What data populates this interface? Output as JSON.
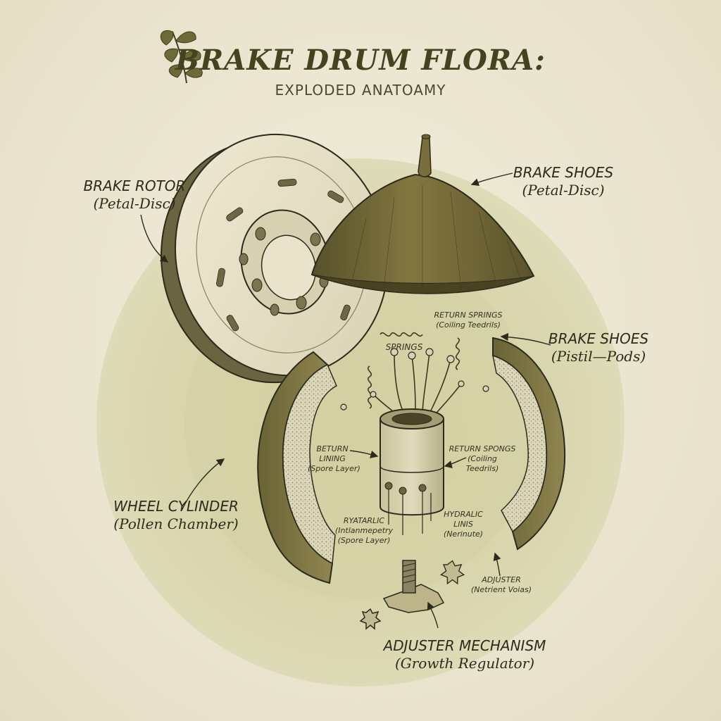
{
  "title": "BRAKE DRUM FLORA:",
  "subtitle": "EXPLODED ANATOAMY",
  "labels": {
    "brake_rotor": {
      "name": "BRAKE ROTOR",
      "sub": "(Petal-Disc)"
    },
    "brake_shoes_top": {
      "name": "BRAKE SHOES",
      "sub": "(Petal-Disc)"
    },
    "brake_shoes_right": {
      "name": "BRAKE SHOES",
      "sub": "(Pistil—Pods)"
    },
    "wheel_cylinder": {
      "name": "WHEEL CYLINDER",
      "sub": "(Pollen Chamber)"
    },
    "adjuster_mechanism": {
      "name": "ADJUSTER MECHANISM",
      "sub": "(Growth Regulator)"
    }
  },
  "small_labels": {
    "return_springs_top": {
      "line1": "RETURN SPRINGS",
      "line2": "(Coiling Teedrils)"
    },
    "springs": "SPRINGS",
    "return_lining": {
      "line1": "BETURN",
      "line2": "LINING",
      "line3": "(Spore Layer)"
    },
    "return_spongs": {
      "line1": "RETURN SPONGS",
      "line2": "(Coiling",
      "line3": "Teedrils)"
    },
    "hydraulic_left": {
      "line1": "RYATARLIC",
      "line2": "(Intlanmepetry",
      "line3": "(Spore Layer)"
    },
    "hydraulic_right": {
      "line1": "HYDRALIC",
      "line2": "LINIS",
      "line3": "(Nerinute)"
    },
    "adjuster_small": {
      "line1": "ADJUSTER",
      "line2": "(Netrient Voias)"
    }
  },
  "colors": {
    "background": "#ece7d3",
    "circle": "#d9d6ad",
    "ink": "#2c2a1c",
    "olive": "#5e5a2e",
    "shade_brown": "#6b5f36",
    "lining": "#d8d2b5"
  },
  "icons": [
    "leaf-sprig-icon"
  ]
}
